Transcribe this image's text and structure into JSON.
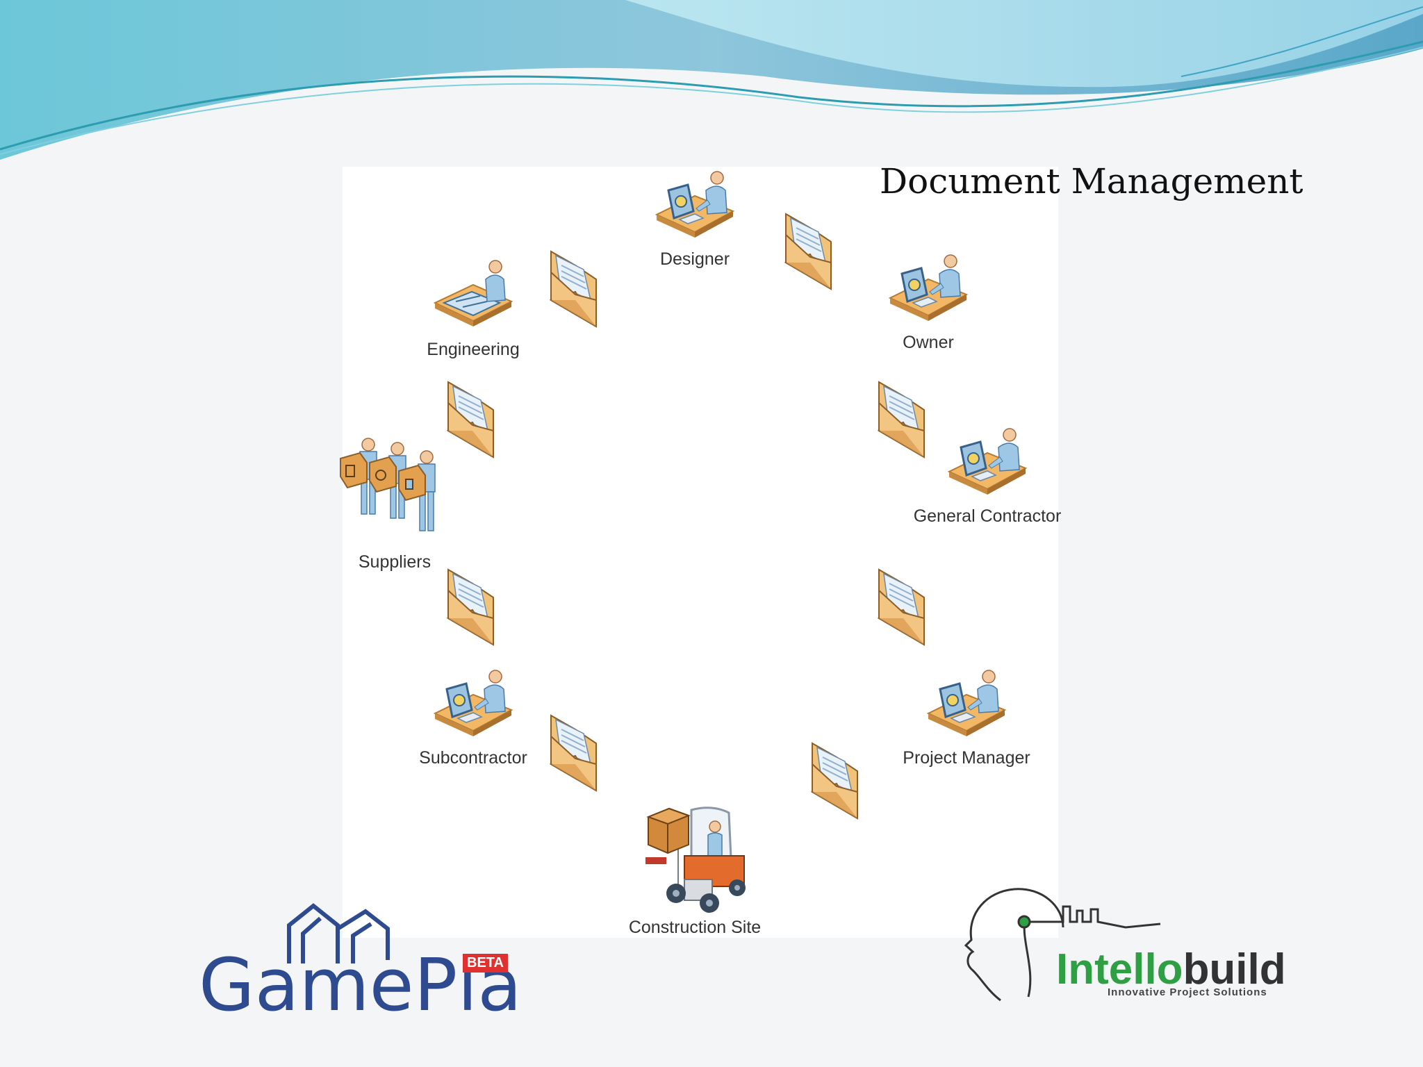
{
  "slide": {
    "title": "Document Management",
    "nodes": [
      {
        "label": "Designer",
        "icon": "person-at-computer-icon"
      },
      {
        "label": "Owner",
        "icon": "person-at-computer-icon"
      },
      {
        "label": "General Contractor",
        "icon": "person-at-computer-icon"
      },
      {
        "label": "Project Manager",
        "icon": "person-at-computer-icon"
      },
      {
        "label": "Construction Site",
        "icon": "forklift-icon"
      },
      {
        "label": "Subcontractor",
        "icon": "person-at-computer-icon"
      },
      {
        "label": "Suppliers",
        "icon": "people-carrying-boxes-icon"
      },
      {
        "label": "Engineering",
        "icon": "person-at-drafting-table-icon"
      }
    ],
    "envelope_icon": "envelope-icon",
    "logos": {
      "gameplan": {
        "name": "GamePlan",
        "badge": "BETA"
      },
      "intellobuild": {
        "name_part1": "Intello",
        "name_part2": "build",
        "tagline": "Innovative Project Solutions"
      }
    }
  }
}
